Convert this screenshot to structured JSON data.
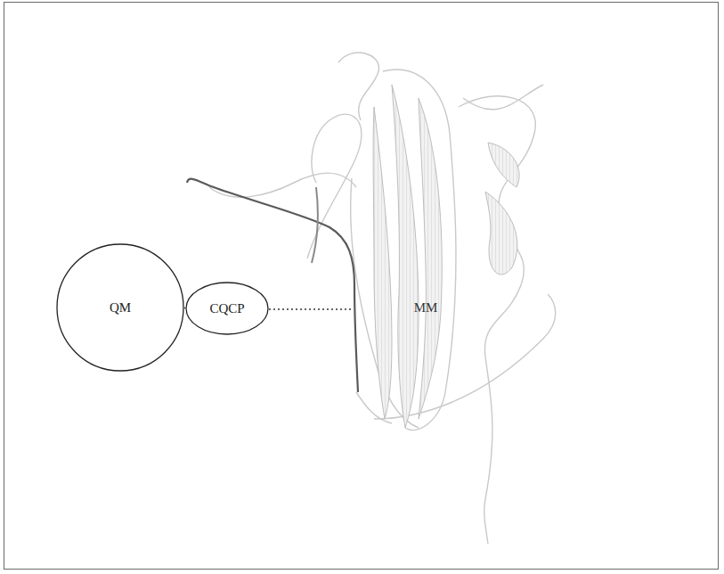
{
  "diagram": {
    "nodes": [
      {
        "text": [
          "QM"
        ]
      },
      {
        "text": [
          "CQCP"
        ]
      }
    ],
    "edges": [
      {
        "from": 0,
        "to": 1,
        "arrow": "none"
      }
    ],
    "labels": [
      "MM"
    ]
  }
}
